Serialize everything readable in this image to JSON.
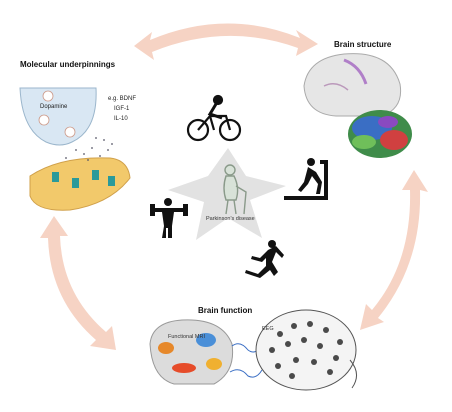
{
  "panels": {
    "molecular": {
      "title": "Molecular underpinnings",
      "neurotransmitter": "Dopamine",
      "factors": [
        "e.g. BDNF",
        "IGF-1",
        "IL-10"
      ]
    },
    "structure": {
      "title": "Brain structure"
    },
    "function": {
      "title": "Brain function",
      "fmri_label": "Functional MRI",
      "eeg_label": "EEG"
    }
  },
  "center": {
    "label": "Parkinson's disease"
  },
  "icons": [
    "cycling-icon",
    "treadmill-icon",
    "running-icon",
    "weightlifting-icon",
    "elderly-person-icon"
  ],
  "colors": {
    "arrow": "#f6d3c4",
    "vesicle": "#cfe0ee",
    "synapse_post": "#f2c96b",
    "center_bg": "#e2e2e2"
  }
}
